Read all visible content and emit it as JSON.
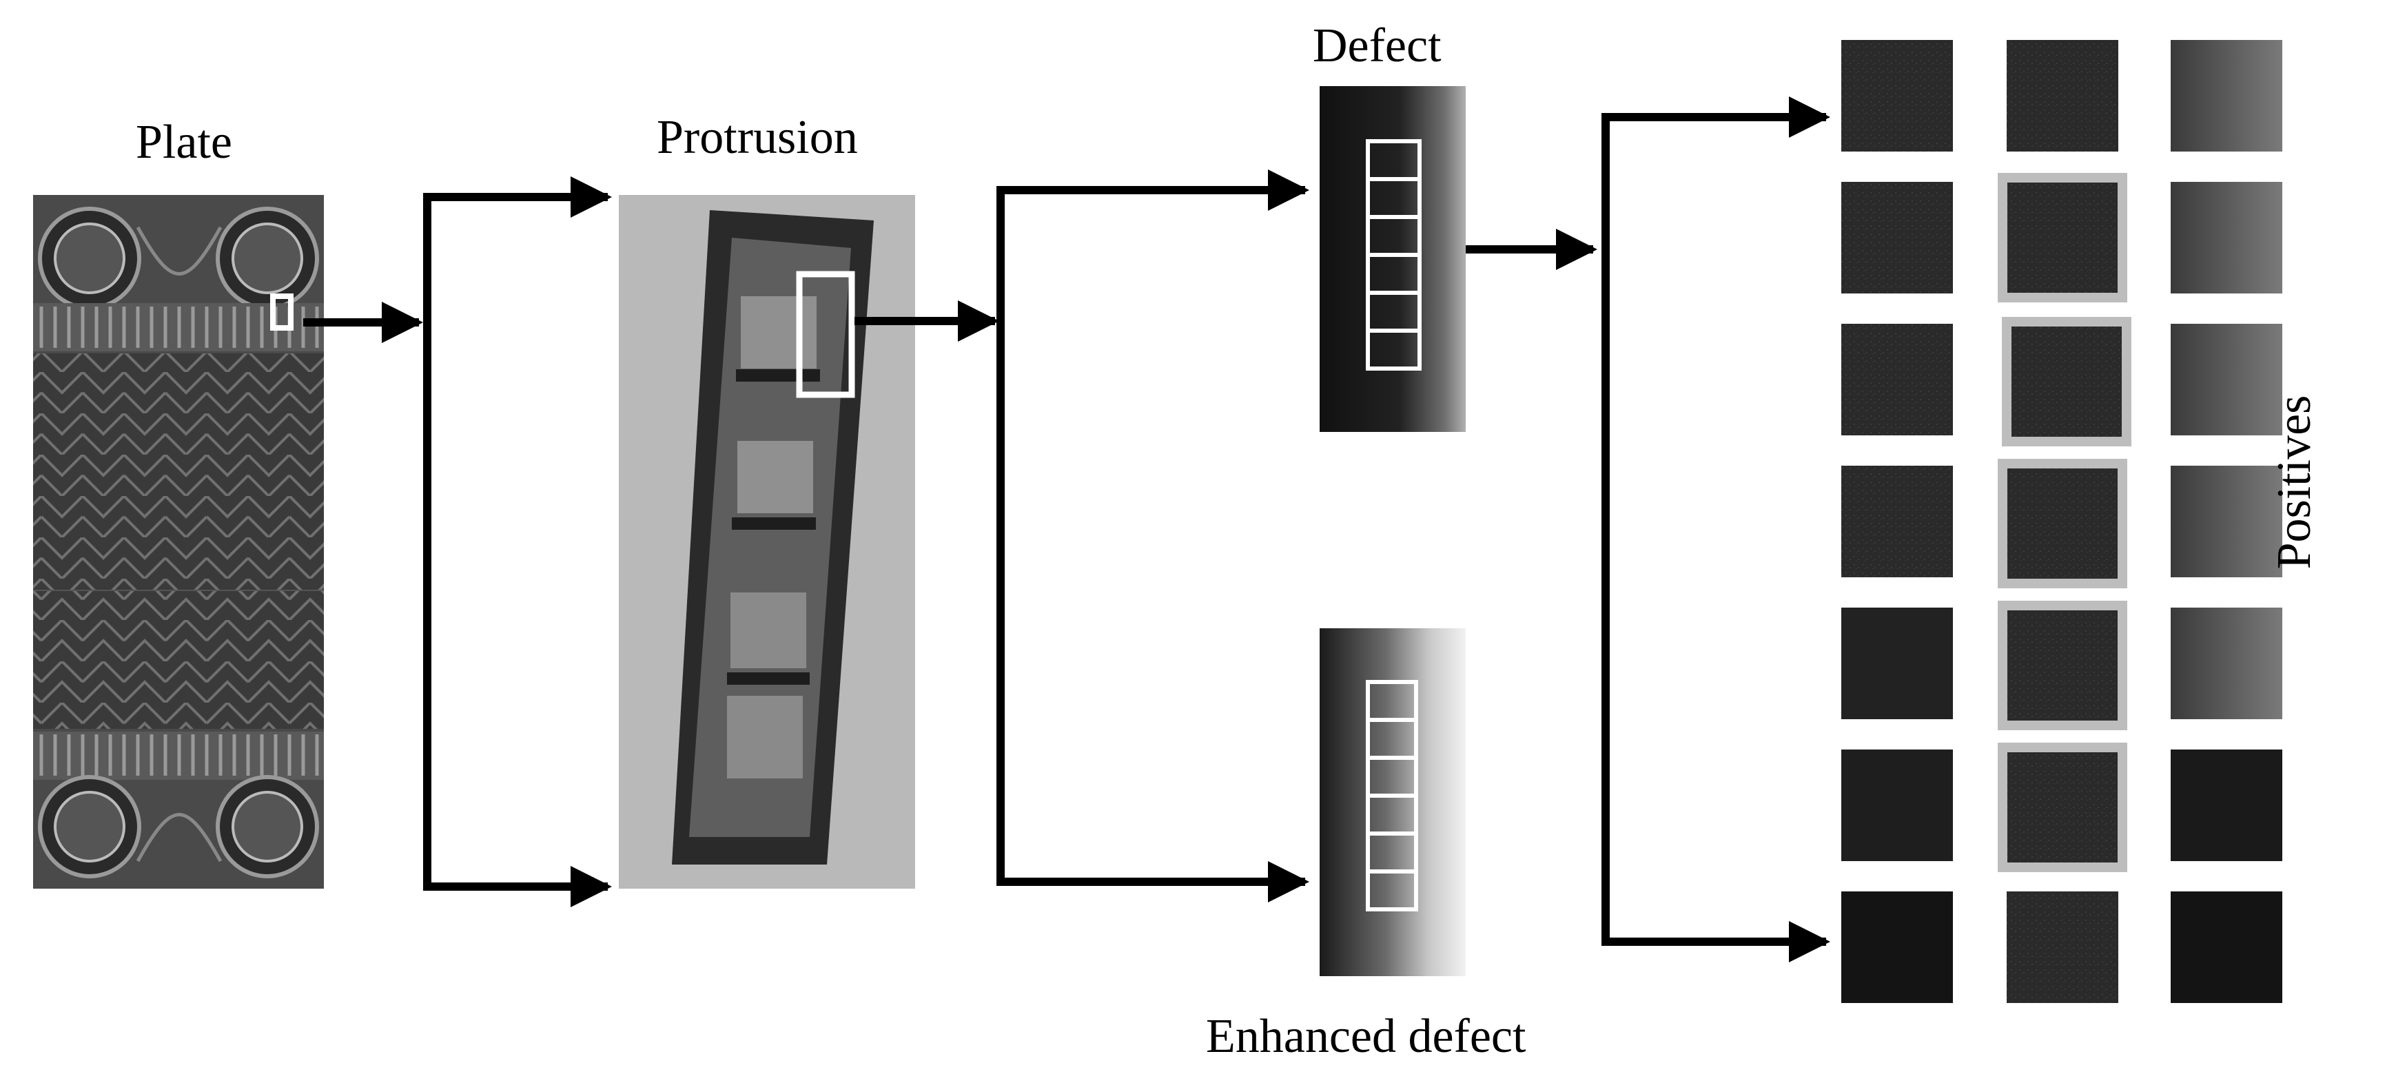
{
  "labels": {
    "plate": "Plate",
    "protrusion": "Protrusion",
    "defect": "Defect",
    "enhanced_defect": "Enhanced defect",
    "positives": "Positives"
  },
  "icons": [
    "arrow-icon"
  ],
  "colors": {
    "text": "#000000",
    "arrow": "#000000",
    "frame": "#ffffff",
    "positive_border": "#bdbdbd",
    "patch_dark": "#1c1c1c",
    "patch_mid": "#333333",
    "patch_light": "#6a6a6a"
  },
  "patch_grid": {
    "rows": 7,
    "cols": 3,
    "highlighted_middle_rows": [
      2,
      3,
      4,
      5,
      6
    ]
  }
}
